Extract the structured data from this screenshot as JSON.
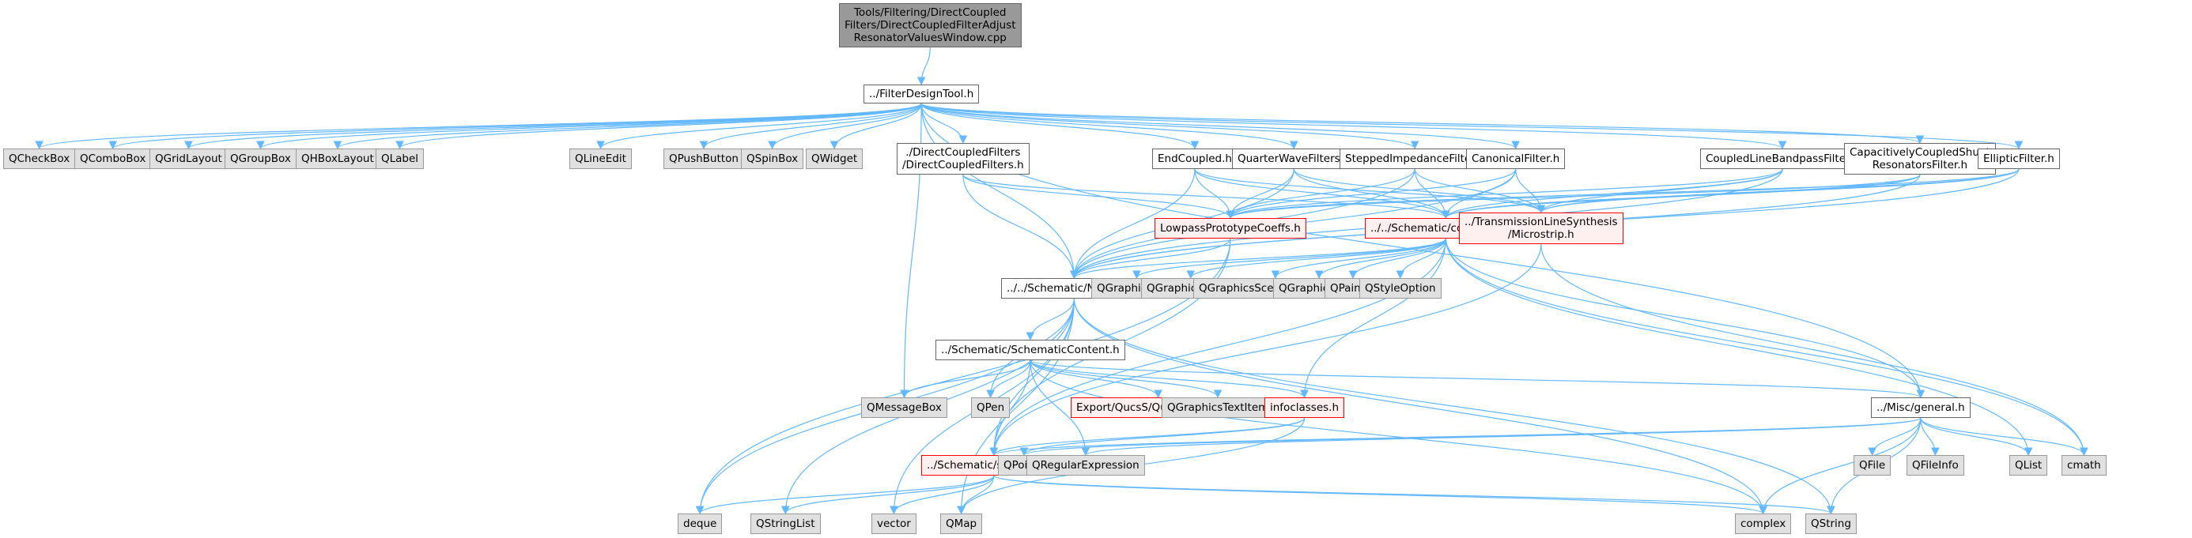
{
  "diagram": {
    "type": "include-dependency-graph",
    "colors": {
      "edge": "#63b8ff",
      "root_fill": "#999999",
      "local_fill": "#ffffff",
      "external_fill": "#e0e0e0",
      "truncated_border": "#ff0000",
      "truncated_fill": "#fff0f0"
    },
    "nodes": [
      {
        "id": "root",
        "label": "Tools/Filtering/DirectCoupled\nFilters/DirectCoupledFilterAdjust\nResonatorValuesWindow.cpp",
        "kind": "root"
      },
      {
        "id": "fdt",
        "label": "../FilterDesignTool.h",
        "kind": "local"
      },
      {
        "id": "qcheckbox",
        "label": "QCheckBox",
        "kind": "external"
      },
      {
        "id": "qcombobox",
        "label": "QComboBox",
        "kind": "external"
      },
      {
        "id": "qgridlayout",
        "label": "QGridLayout",
        "kind": "external"
      },
      {
        "id": "qgroupbox",
        "label": "QGroupBox",
        "kind": "external"
      },
      {
        "id": "qhboxlayout",
        "label": "QHBoxLayout",
        "kind": "external"
      },
      {
        "id": "qlabel",
        "label": "QLabel",
        "kind": "external"
      },
      {
        "id": "qlineedit",
        "label": "QLineEdit",
        "kind": "external"
      },
      {
        "id": "qpushbutton",
        "label": "QPushButton",
        "kind": "external"
      },
      {
        "id": "qspinbox",
        "label": "QSpinBox",
        "kind": "external"
      },
      {
        "id": "qwidget",
        "label": "QWidget",
        "kind": "external"
      },
      {
        "id": "dcf",
        "label": "./DirectCoupledFilters\n/DirectCoupledFilters.h",
        "kind": "local"
      },
      {
        "id": "endcoupled",
        "label": "EndCoupled.h",
        "kind": "local"
      },
      {
        "id": "qwf",
        "label": "QuarterWaveFilters.h",
        "kind": "local"
      },
      {
        "id": "sif",
        "label": "SteppedImpedanceFilter.h",
        "kind": "local"
      },
      {
        "id": "canon",
        "label": "CanonicalFilter.h",
        "kind": "local"
      },
      {
        "id": "clbf",
        "label": "CoupledLineBandpassFilter.h",
        "kind": "local"
      },
      {
        "id": "ccsr",
        "label": "CapacitivelyCoupledShunt\nResonatorsFilter.h",
        "kind": "local"
      },
      {
        "id": "elliptic",
        "label": "EllipticFilter.h",
        "kind": "local"
      },
      {
        "id": "lpc",
        "label": "LowpassPrototypeCoeffs.h",
        "kind": "truncated"
      },
      {
        "id": "component",
        "label": "../../Schematic/component.h",
        "kind": "truncated"
      },
      {
        "id": "microstrip",
        "label": "../TransmissionLineSynthesis\n/Microstrip.h",
        "kind": "truncated"
      },
      {
        "id": "network",
        "label": "../../Schematic/Network.h",
        "kind": "local"
      },
      {
        "id": "qgraphicsitem",
        "label": "QGraphicsItem",
        "kind": "external"
      },
      {
        "id": "qgraphicsscene",
        "label": "QGraphicsScene",
        "kind": "external"
      },
      {
        "id": "qgsme",
        "label": "QGraphicsSceneMouseEvent",
        "kind": "external"
      },
      {
        "id": "qgraphicsview",
        "label": "QGraphicsView",
        "kind": "external"
      },
      {
        "id": "qpainter",
        "label": "QPainter",
        "kind": "external"
      },
      {
        "id": "qstyleoption",
        "label": "QStyleOption",
        "kind": "external"
      },
      {
        "id": "schemcontent",
        "label": "../Schematic/SchematicContent.h",
        "kind": "local"
      },
      {
        "id": "qmessagebox",
        "label": "QMessageBox",
        "kind": "external"
      },
      {
        "id": "qpen",
        "label": "QPen",
        "kind": "external"
      },
      {
        "id": "qucssexp",
        "label": "Export/QucsS/QucsSExporter.h",
        "kind": "truncated"
      },
      {
        "id": "qgti",
        "label": "QGraphicsTextItem",
        "kind": "external"
      },
      {
        "id": "infoclasses",
        "label": "infoclasses.h",
        "kind": "truncated"
      },
      {
        "id": "general",
        "label": "../Misc/general.h",
        "kind": "local"
      },
      {
        "id": "structures",
        "label": "../Schematic/structures.h",
        "kind": "truncated"
      },
      {
        "id": "qpointf",
        "label": "QPointF",
        "kind": "external"
      },
      {
        "id": "qregexp",
        "label": "QRegularExpression",
        "kind": "external"
      },
      {
        "id": "qfile",
        "label": "QFile",
        "kind": "external"
      },
      {
        "id": "qfileinfo",
        "label": "QFileInfo",
        "kind": "external"
      },
      {
        "id": "qlist",
        "label": "QList",
        "kind": "external"
      },
      {
        "id": "cmath",
        "label": "cmath",
        "kind": "external"
      },
      {
        "id": "deque",
        "label": "deque",
        "kind": "external"
      },
      {
        "id": "qstringlist",
        "label": "QStringList",
        "kind": "external"
      },
      {
        "id": "vector",
        "label": "vector",
        "kind": "external"
      },
      {
        "id": "qmap",
        "label": "QMap",
        "kind": "external"
      },
      {
        "id": "complex",
        "label": "complex",
        "kind": "external"
      },
      {
        "id": "qstring",
        "label": "QString",
        "kind": "external"
      }
    ],
    "edges": [
      [
        "root",
        "fdt"
      ],
      [
        "fdt",
        "qcheckbox"
      ],
      [
        "fdt",
        "qcombobox"
      ],
      [
        "fdt",
        "qgridlayout"
      ],
      [
        "fdt",
        "qgroupbox"
      ],
      [
        "fdt",
        "qhboxlayout"
      ],
      [
        "fdt",
        "qlabel"
      ],
      [
        "fdt",
        "qlineedit"
      ],
      [
        "fdt",
        "qpushbutton"
      ],
      [
        "fdt",
        "qspinbox"
      ],
      [
        "fdt",
        "qwidget"
      ],
      [
        "fdt",
        "dcf"
      ],
      [
        "fdt",
        "endcoupled"
      ],
      [
        "fdt",
        "qwf"
      ],
      [
        "fdt",
        "sif"
      ],
      [
        "fdt",
        "canon"
      ],
      [
        "fdt",
        "clbf"
      ],
      [
        "fdt",
        "ccsr"
      ],
      [
        "fdt",
        "elliptic"
      ],
      [
        "fdt",
        "network"
      ],
      [
        "fdt",
        "qmessagebox"
      ],
      [
        "fdt",
        "general"
      ],
      [
        "dcf",
        "lpc"
      ],
      [
        "dcf",
        "component"
      ],
      [
        "dcf",
        "network"
      ],
      [
        "endcoupled",
        "lpc"
      ],
      [
        "endcoupled",
        "component"
      ],
      [
        "endcoupled",
        "network"
      ],
      [
        "endcoupled",
        "microstrip"
      ],
      [
        "qwf",
        "lpc"
      ],
      [
        "qwf",
        "component"
      ],
      [
        "qwf",
        "network"
      ],
      [
        "qwf",
        "microstrip"
      ],
      [
        "sif",
        "lpc"
      ],
      [
        "sif",
        "component"
      ],
      [
        "sif",
        "network"
      ],
      [
        "sif",
        "microstrip"
      ],
      [
        "canon",
        "lpc"
      ],
      [
        "canon",
        "component"
      ],
      [
        "canon",
        "network"
      ],
      [
        "canon",
        "microstrip"
      ],
      [
        "clbf",
        "lpc"
      ],
      [
        "clbf",
        "component"
      ],
      [
        "clbf",
        "network"
      ],
      [
        "clbf",
        "microstrip"
      ],
      [
        "ccsr",
        "lpc"
      ],
      [
        "ccsr",
        "component"
      ],
      [
        "ccsr",
        "network"
      ],
      [
        "ccsr",
        "microstrip"
      ],
      [
        "elliptic",
        "lpc"
      ],
      [
        "elliptic",
        "component"
      ],
      [
        "elliptic",
        "network"
      ],
      [
        "elliptic",
        "microstrip"
      ],
      [
        "lpc",
        "network"
      ],
      [
        "lpc",
        "deque"
      ],
      [
        "lpc",
        "structures"
      ],
      [
        "component",
        "network"
      ],
      [
        "component",
        "qgraphicsitem"
      ],
      [
        "component",
        "qgraphicsscene"
      ],
      [
        "component",
        "qgsme"
      ],
      [
        "component",
        "qgraphicsview"
      ],
      [
        "component",
        "qpainter"
      ],
      [
        "component",
        "qstyleoption"
      ],
      [
        "component",
        "general"
      ],
      [
        "component",
        "qlist"
      ],
      [
        "component",
        "cmath"
      ],
      [
        "component",
        "infoclasses"
      ],
      [
        "component",
        "structures"
      ],
      [
        "microstrip",
        "cmath"
      ],
      [
        "microstrip",
        "structures"
      ],
      [
        "network",
        "schemcontent"
      ],
      [
        "network",
        "qpen"
      ],
      [
        "network",
        "deque"
      ],
      [
        "network",
        "qstringlist"
      ],
      [
        "network",
        "vector"
      ],
      [
        "network",
        "qmap"
      ],
      [
        "network",
        "complex"
      ],
      [
        "network",
        "qstring"
      ],
      [
        "network",
        "structures"
      ],
      [
        "schemcontent",
        "qmessagebox"
      ],
      [
        "schemcontent",
        "qpen"
      ],
      [
        "schemcontent",
        "qucssexp"
      ],
      [
        "schemcontent",
        "qgti"
      ],
      [
        "schemcontent",
        "infoclasses"
      ],
      [
        "schemcontent",
        "general"
      ],
      [
        "schemcontent",
        "structures"
      ],
      [
        "schemcontent",
        "qregexp"
      ],
      [
        "schemcontent",
        "complex"
      ],
      [
        "infoclasses",
        "structures"
      ],
      [
        "infoclasses",
        "qpointf"
      ],
      [
        "infoclasses",
        "qmap"
      ],
      [
        "general",
        "structures"
      ],
      [
        "general",
        "qpointf"
      ],
      [
        "general",
        "qregexp"
      ],
      [
        "general",
        "qfile"
      ],
      [
        "general",
        "qfileinfo"
      ],
      [
        "general",
        "qlist"
      ],
      [
        "general",
        "cmath"
      ],
      [
        "general",
        "complex"
      ],
      [
        "general",
        "qstring"
      ],
      [
        "structures",
        "deque"
      ],
      [
        "structures",
        "qstringlist"
      ],
      [
        "structures",
        "vector"
      ],
      [
        "structures",
        "qmap"
      ],
      [
        "structures",
        "complex"
      ],
      [
        "structures",
        "qstring"
      ]
    ]
  }
}
